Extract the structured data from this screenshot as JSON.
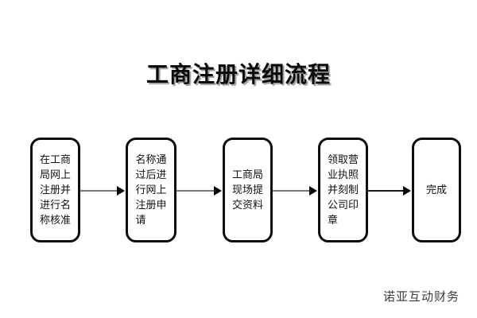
{
  "page": {
    "title": "工商注册详细流程",
    "background_color": "#ffffff",
    "title_color": "#0a0a0a",
    "title_shadow_color": "#8c8c8c"
  },
  "flowchart": {
    "type": "linear-process",
    "orientation": "left-to-right",
    "node_border_color": "#0d0d0d",
    "node_fill_color": "#ffffff",
    "arrow_line_color": "#7a7a7a",
    "arrow_head_color": "#0a0a0a",
    "nodes": [
      {
        "id": "node-0",
        "text": "在工商\n局网上\n注册并\n进行名\n称核准",
        "plain": "在工商局网上注册并进行名称核准",
        "align": "left"
      },
      {
        "id": "node-1",
        "text": "名称通\n过后进\n行网上\n注册申\n请",
        "plain": "名称通过后进行网上注册申请",
        "align": "left"
      },
      {
        "id": "node-2",
        "text": "工商局\n现场提\n交资料",
        "plain": "工商局现场提交资料",
        "align": "left"
      },
      {
        "id": "node-3",
        "text": "领取营\n业执照\n并刻制\n公司印\n章",
        "plain": "领取营业执照并刻制公司印章",
        "align": "left"
      },
      {
        "id": "node-4",
        "text": "完成",
        "plain": "完成",
        "align": "center"
      }
    ],
    "connectors": [
      {
        "id": "arrow-0",
        "from": "node-0",
        "to": "node-1",
        "glyph": "arrow-right-icon"
      },
      {
        "id": "arrow-1",
        "from": "node-1",
        "to": "node-2",
        "glyph": "arrow-right-icon"
      },
      {
        "id": "arrow-2",
        "from": "node-2",
        "to": "node-3",
        "glyph": "arrow-right-icon"
      },
      {
        "id": "arrow-3",
        "from": "node-3",
        "to": "node-4",
        "glyph": "arrow-right-icon"
      }
    ]
  },
  "watermark": {
    "text": "诺亚互动财务",
    "color": "#3c3c3c"
  }
}
